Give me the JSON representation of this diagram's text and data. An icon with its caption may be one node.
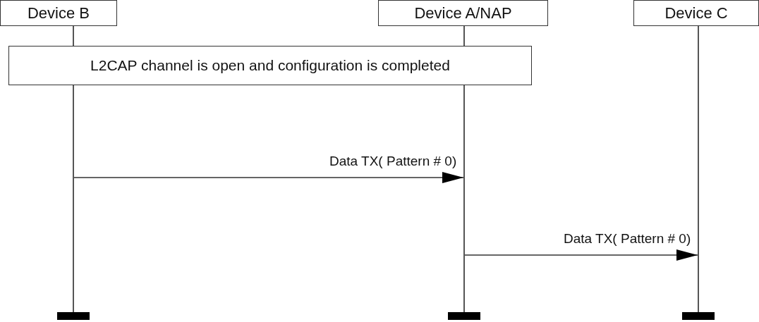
{
  "diagram": {
    "nodes": [
      {
        "text": [
          "Device B"
        ]
      },
      {
        "text": [
          "Device A/NAP"
        ]
      },
      {
        "text": [
          "Device C"
        ]
      },
      {
        "text": [
          "L2CAP channel is open and configuration is completed"
        ]
      },
      {
        "text": [],
        "shape": "line"
      },
      {
        "text": [],
        "shape": "line"
      },
      {
        "text": [],
        "shape": "line"
      },
      {
        "text": [],
        "shape": "bar"
      },
      {
        "text": [],
        "shape": "bar"
      },
      {
        "text": [],
        "shape": "bar"
      }
    ],
    "edges": [
      {
        "from": 4,
        "to": 5,
        "arrow": "to",
        "label": "Data TX( Pattern # 0)"
      },
      {
        "from": 5,
        "to": 6,
        "arrow": "to",
        "label": "Data TX( Pattern # 0)"
      }
    ]
  }
}
